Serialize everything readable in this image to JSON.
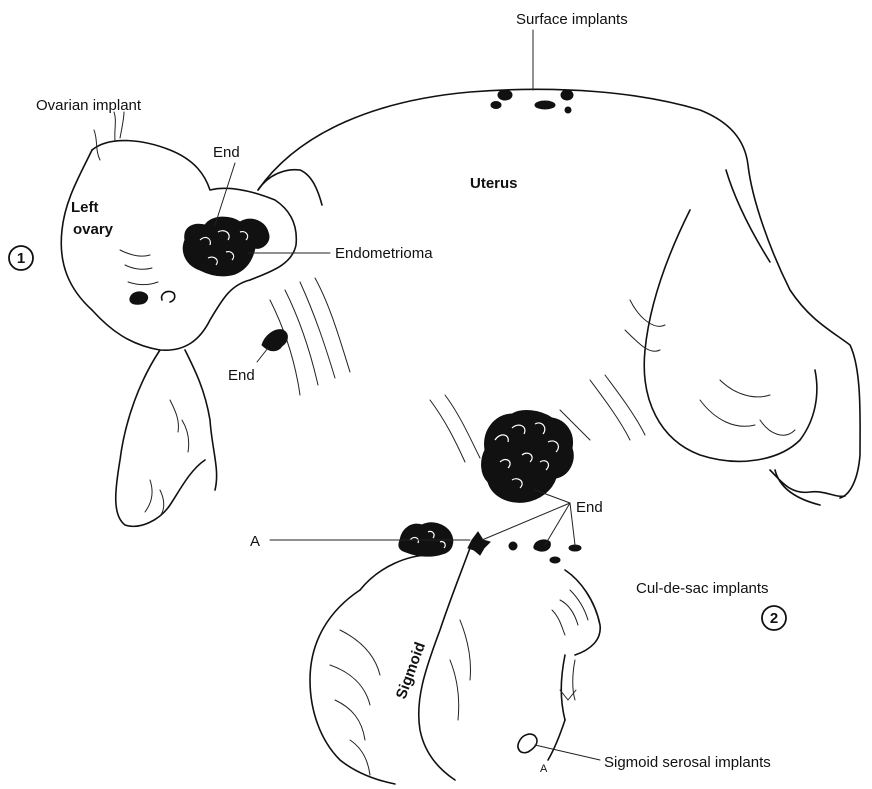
{
  "labels": {
    "surface_implants": "Surface implants",
    "ovarian_implant": "Ovarian implant",
    "end_top": "End",
    "uterus": "Uterus",
    "left_ovary_line1": "Left",
    "left_ovary_line2": "ovary",
    "endometrioma": "Endometrioma",
    "marker_1": "1",
    "end_left": "End",
    "end_right": "End",
    "a_left": "A",
    "cul_de_sac": "Cul-de-sac implants",
    "marker_2": "2",
    "sigmoid": "Sigmoid",
    "a_bottom": "A",
    "sigmoid_serosal": "Sigmoid serosal implants"
  }
}
